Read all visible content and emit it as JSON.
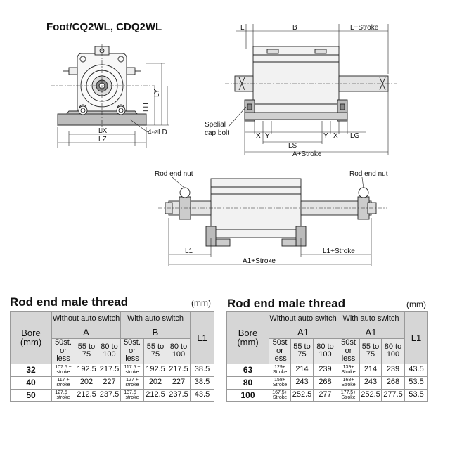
{
  "title": "Foot/CQ2WL, CDQ2WL",
  "drawing": {
    "dims": {
      "L": "L",
      "B": "B",
      "LStroke": "L+Stroke",
      "LY": "LY",
      "LH": "LH",
      "LX": "LX",
      "LZ": "LZ",
      "LD": "4-øLD",
      "X1": "X",
      "Y1": "Y",
      "LS": "LS",
      "Y2": "Y",
      "X2": "X",
      "LG": "LG",
      "AStroke": "A+Stroke",
      "L1": "L1",
      "L1Stroke": "L1+Stroke",
      "A1Stroke": "A1+Stroke"
    },
    "notes": {
      "bolt_line1": "Spelial",
      "bolt_line2": "cap bolt",
      "rod_nut_left": "Rod end nut",
      "rod_nut_right": "Rod end nut"
    }
  },
  "tables": [
    {
      "title": "Rod end male thread",
      "unit": "(mm)",
      "headers": {
        "bore_line1": "Bore",
        "bore_line2": "(mm)",
        "without": "Without auto switch",
        "with": "With auto switch",
        "dim_without": "A",
        "dim_with": "B",
        "l1": "L1"
      },
      "sub": [
        "50st. or less",
        "55 to 75",
        "80 to 100",
        "50st. or less",
        "55 to 75",
        "80 to 100"
      ],
      "rows": [
        {
          "bore": "32",
          "v": [
            "107.5 + stroke",
            "192.5",
            "217.5",
            "117.5 + stroke",
            "192.5",
            "217.5"
          ],
          "l1": "38.5"
        },
        {
          "bore": "40",
          "v": [
            "117 + stroke",
            "202",
            "227",
            "127 + stroke",
            "202",
            "227"
          ],
          "l1": "38.5"
        },
        {
          "bore": "50",
          "v": [
            "127.5 + stroke",
            "212.5",
            "237.5",
            "137.5 + stroke",
            "212.5",
            "237.5"
          ],
          "l1": "43.5"
        }
      ]
    },
    {
      "title": "Rod end male thread",
      "unit": "(mm)",
      "headers": {
        "bore_line1": "Bore",
        "bore_line2": "(mm)",
        "without": "Without auto switch",
        "with": "With auto switch",
        "dim_without": "A1",
        "dim_with": "A1",
        "l1": "L1"
      },
      "sub": [
        "50st or less",
        "55 to 75",
        "80 to 100",
        "50st or less",
        "55 to 75",
        "80 to 100"
      ],
      "rows": [
        {
          "bore": "63",
          "v": [
            "129+ Stroke",
            "214",
            "239",
            "139+ Stroke",
            "214",
            "239"
          ],
          "l1": "43.5"
        },
        {
          "bore": "80",
          "v": [
            "158+ Stroke",
            "243",
            "268",
            "168+ Stroke",
            "243",
            "268"
          ],
          "l1": "53.5"
        },
        {
          "bore": "100",
          "v": [
            "167.5+ Stroke",
            "252.5",
            "277",
            "177.5+ Stroke",
            "252.5",
            "277.5"
          ],
          "l1": "53.5"
        }
      ]
    }
  ]
}
